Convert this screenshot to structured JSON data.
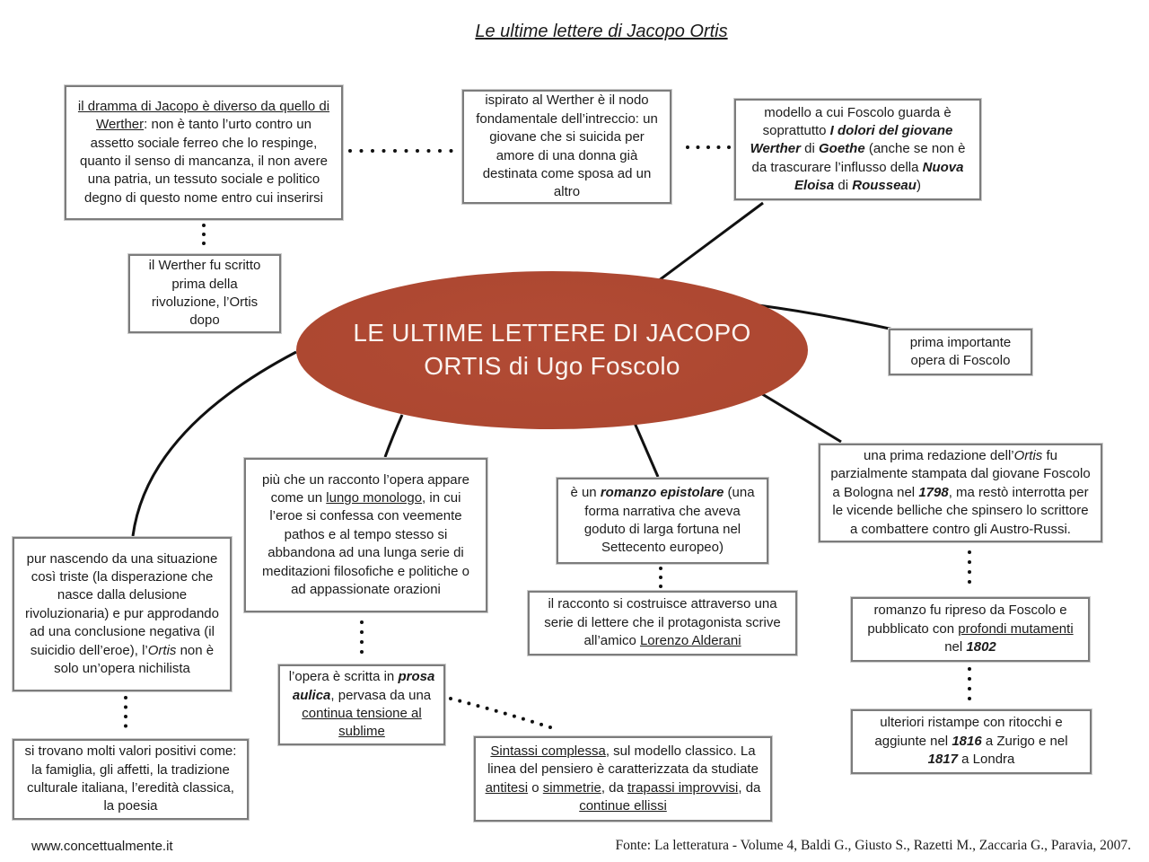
{
  "page": {
    "title": "Le ultime lettere di Jacopo Ortis",
    "footer_left": "www.concettualmente.it",
    "footer_right": "Fonte: La letteratura - Volume 4, Baldi G., Giusto S., Razetti M., Zaccaria G., Paravia, 2007."
  },
  "colors": {
    "ellipse_fill": "#b24b35",
    "box_border": "#7c7c7c",
    "connector": "#111111",
    "background": "#ffffff"
  },
  "center": {
    "line1": "LE ULTIME LETTERE DI JACOPO",
    "line2": "ORTIS di Ugo Foscolo"
  },
  "nodes": {
    "dramma": {
      "segments": [
        {
          "t": "il dramma di Jacopo è diverso da quello di Werther",
          "u": true
        },
        {
          "t": ": non è tanto l’urto contro un assetto sociale ferreo che lo respinge, quanto il senso di mancanza, il non avere una patria, un tessuto sociale e politico degno di questo nome entro cui inserirsi"
        }
      ]
    },
    "werther_scritto": {
      "segments": [
        {
          "t": "il Werther fu scritto prima della rivoluzione, l’Ortis dopo"
        }
      ]
    },
    "ispirato": {
      "segments": [
        {
          "t": "ispirato al Werther è il nodo fondamentale dell’intreccio: un giovane che si suicida per amore di una donna già destinata come sposa ad un altro"
        }
      ]
    },
    "modello": {
      "segments": [
        {
          "t": "modello a cui Foscolo guarda è soprattutto "
        },
        {
          "t": "I dolori del giovane Werther",
          "b": true,
          "i": true
        },
        {
          "t": " di "
        },
        {
          "t": "Goethe",
          "b": true,
          "i": true
        },
        {
          "t": " (anche se non è da trascurare l’influsso della "
        },
        {
          "t": "Nuova Eloisa",
          "b": true,
          "i": true
        },
        {
          "t": " di "
        },
        {
          "t": "Rousseau",
          "b": true,
          "i": true
        },
        {
          "t": ")"
        }
      ]
    },
    "prima_opera": {
      "segments": [
        {
          "t": "prima importante opera di Foscolo"
        }
      ]
    },
    "redazione": {
      "segments": [
        {
          "t": "una prima redazione dell’"
        },
        {
          "t": "Ortis",
          "i": true
        },
        {
          "t": " fu parzialmente stampata dal giovane Foscolo a Bologna nel "
        },
        {
          "t": "1798",
          "b": true,
          "i": true
        },
        {
          "t": ", ma restò interrotta per le vicende belliche che spinsero lo scrittore a combattere contro gli Austro-Russi."
        }
      ]
    },
    "ripreso": {
      "segments": [
        {
          "t": "romanzo fu ripreso da Foscolo e pubblicato con "
        },
        {
          "t": "profondi mutamenti",
          "u": true
        },
        {
          "t": " nel "
        },
        {
          "t": "1802",
          "b": true,
          "i": true
        }
      ]
    },
    "ristampe": {
      "segments": [
        {
          "t": "ulteriori ristampe con ritocchi e aggiunte nel "
        },
        {
          "t": "1816",
          "b": true,
          "i": true
        },
        {
          "t": " a Zurigo e nel "
        },
        {
          "t": "1817",
          "b": true,
          "i": true
        },
        {
          "t": " a Londra"
        }
      ]
    },
    "epistolare": {
      "segments": [
        {
          "t": "è un "
        },
        {
          "t": "romanzo epistolare",
          "b": true,
          "i": true
        },
        {
          "t": " (una forma narrativa che aveva goduto di larga fortuna nel Settecento europeo)"
        }
      ]
    },
    "racconto": {
      "segments": [
        {
          "t": "il racconto si costruisce attraverso una serie di lettere che il protagonista scrive all’amico "
        },
        {
          "t": "Lorenzo Alderani",
          "u": true
        }
      ]
    },
    "monologo": {
      "segments": [
        {
          "t": "più che un racconto l’opera appare come un "
        },
        {
          "t": "lungo monologo",
          "u": true
        },
        {
          "t": ", in cui l’eroe si confessa con veemente pathos e al tempo stesso si abbandona ad una lunga serie di meditazioni filosofiche e politiche o ad appassionate orazioni"
        }
      ]
    },
    "prosa": {
      "segments": [
        {
          "t": "l’opera è scritta in "
        },
        {
          "t": "prosa aulica",
          "b": true,
          "i": true
        },
        {
          "t": ", pervasa da una "
        },
        {
          "t": "continua tensione al sublime",
          "u": true
        }
      ]
    },
    "sintassi": {
      "segments": [
        {
          "t": "Sintassi complessa",
          "u": true
        },
        {
          "t": ", sul modello classico. La linea del pensiero è caratterizzata da studiate "
        },
        {
          "t": "antitesi",
          "u": true
        },
        {
          "t": " o "
        },
        {
          "t": "simmetrie",
          "u": true
        },
        {
          "t": ", da "
        },
        {
          "t": "trapassi improvvisi",
          "u": true
        },
        {
          "t": ", da "
        },
        {
          "t": "continue ellissi",
          "u": true
        }
      ]
    },
    "pur_nascendo": {
      "segments": [
        {
          "t": "pur nascendo da una situazione così triste (la disperazione che nasce dalla delusione rivoluzionaria) e pur approdando ad una conclusione negativa (il suicidio dell’eroe), l’"
        },
        {
          "t": "Ortis",
          "i": true
        },
        {
          "t": " non è solo un’opera nichilista"
        }
      ]
    },
    "valori": {
      "segments": [
        {
          "t": "si trovano molti valori positivi come: la famiglia, gli affetti, la tradizione culturale italiana, l’eredità classica, la poesia"
        }
      ]
    }
  }
}
